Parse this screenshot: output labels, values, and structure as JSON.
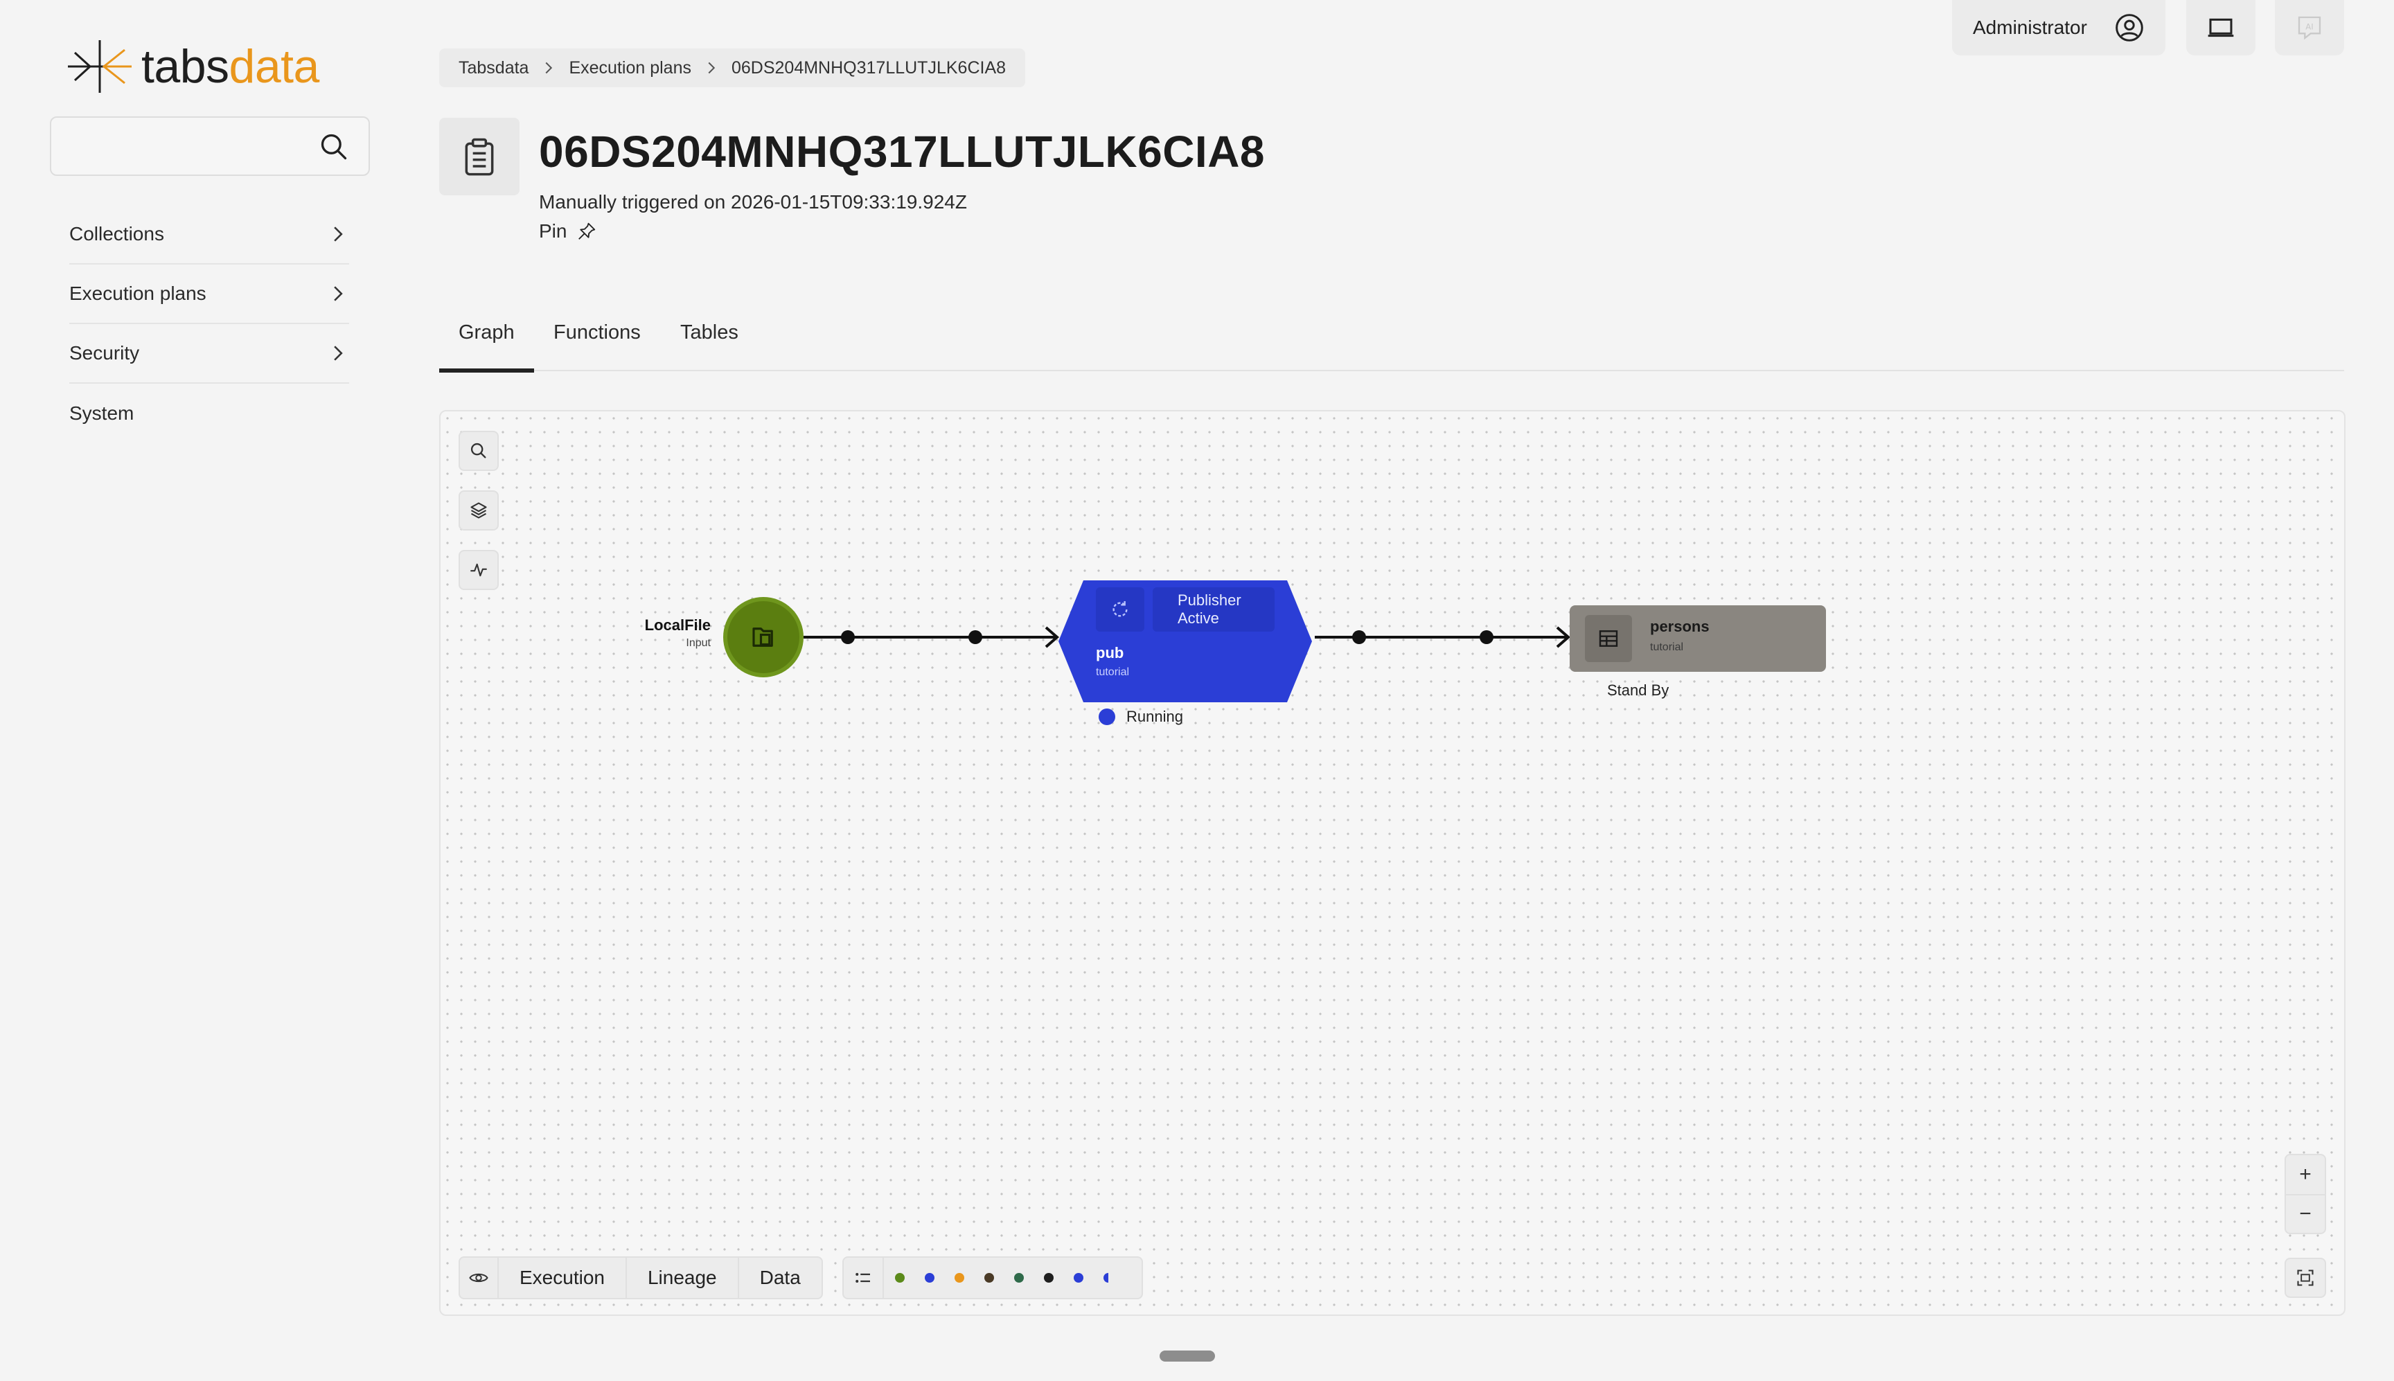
{
  "app": {
    "logo_tabs": "tabs",
    "logo_data": "data",
    "logo_accent": "#e9961c"
  },
  "search": {
    "placeholder": "",
    "icon": "search-icon"
  },
  "sidebar": {
    "items": [
      {
        "label": "Collections",
        "has_chevron": true
      },
      {
        "label": "Execution plans",
        "has_chevron": true
      },
      {
        "label": "Security",
        "has_chevron": true
      },
      {
        "label": "System",
        "has_chevron": false
      }
    ]
  },
  "topbar": {
    "user_label": "Administrator",
    "user_icon": "user-circle-icon",
    "laptop_icon": "laptop-icon",
    "ai_icon": "ai-chat-icon"
  },
  "breadcrumb": [
    "Tabsdata",
    "Execution plans",
    "06DS204MNHQ317LLUTJLK6CIA8"
  ],
  "header": {
    "icon": "clipboard-icon",
    "title": "06DS204MNHQ317LLUTJLK6CIA8",
    "subtitle": "Manually triggered on 2026-01-15T09:33:19.924Z",
    "pin_label": "Pin"
  },
  "tabs": [
    {
      "label": "Graph",
      "active": true
    },
    {
      "label": "Functions",
      "active": false
    },
    {
      "label": "Tables",
      "active": false
    }
  ],
  "graph": {
    "tools": [
      "search-icon",
      "layers-icon",
      "activity-icon"
    ],
    "nodes": {
      "input": {
        "name": "LocalFile",
        "kind": "Input",
        "color": "#5b7e10"
      },
      "publisher": {
        "name": "pub",
        "namespace": "tutorial",
        "status_line1": "Publisher",
        "status_line2": "Active",
        "state": "Running",
        "color": "#2b3ed6"
      },
      "table": {
        "name": "persons",
        "namespace": "tutorial",
        "state": "Stand By",
        "color": "#8a8680"
      }
    },
    "zoom_in": "+",
    "zoom_out": "−",
    "modes": [
      "Execution",
      "Lineage",
      "Data"
    ],
    "legend_colors": [
      "#5b8a1a",
      "#2b3ed6",
      "#e9961c",
      "#4a3a26",
      "#2f6a4a",
      "#1f1f1f",
      "#2b3ed6",
      "#2b3ed6"
    ]
  }
}
